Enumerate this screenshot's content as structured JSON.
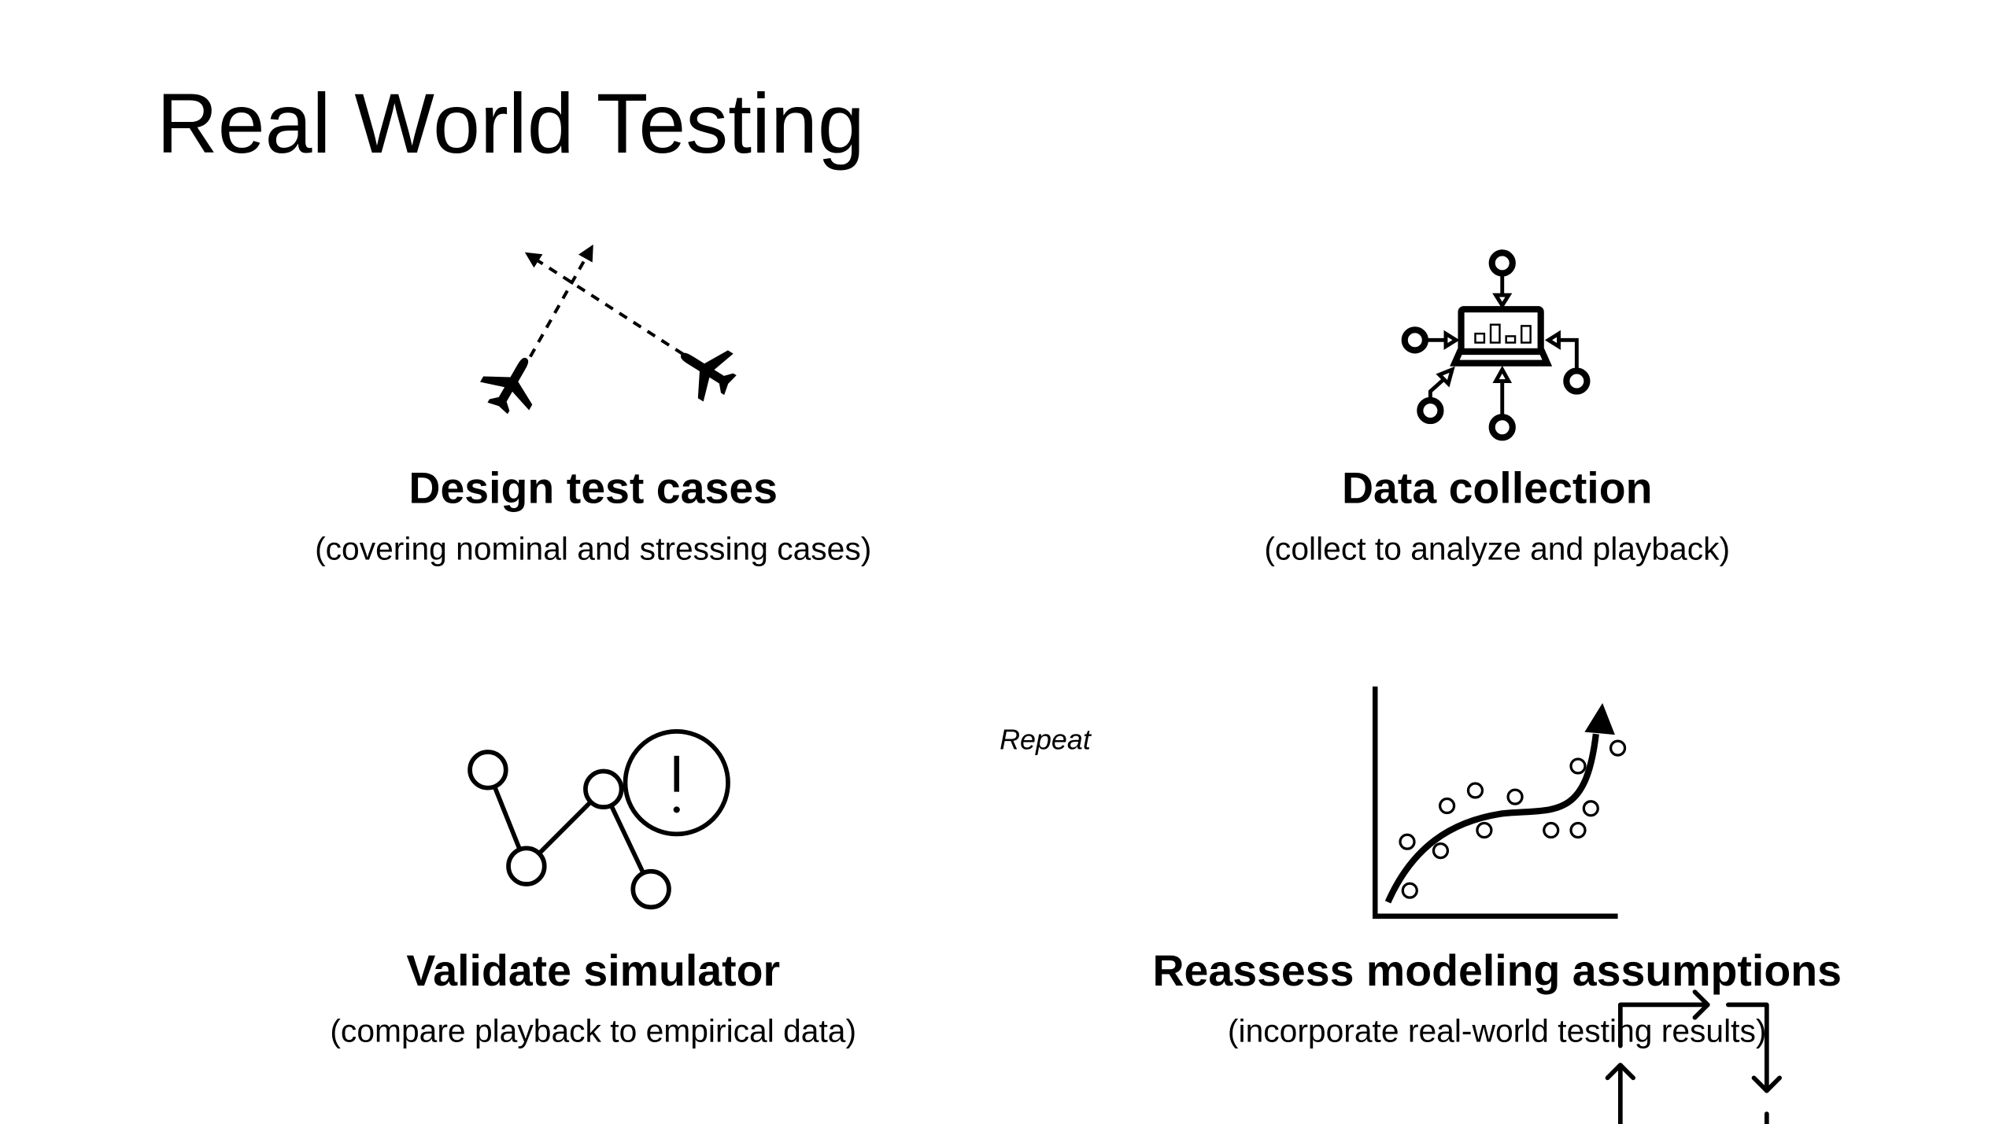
{
  "title": "Real World Testing",
  "steps": [
    {
      "heading": "Design test cases",
      "subtitle": "(covering nominal and stressing cases)",
      "icon": "airplanes-icon"
    },
    {
      "heading": "Data collection",
      "subtitle": "(collect to analyze and playback)",
      "icon": "laptop-data-network-icon"
    },
    {
      "heading": "Validate simulator",
      "subtitle": "(compare playback to empirical data)",
      "icon": "graph-alert-icon"
    },
    {
      "heading": "Reassess modeling assumptions",
      "subtitle": "(incorporate real-world testing results)",
      "icon": "trend-chart-icon"
    }
  ],
  "cycle": {
    "label": "Repeat",
    "icon": "repeat-cycle-icon"
  }
}
